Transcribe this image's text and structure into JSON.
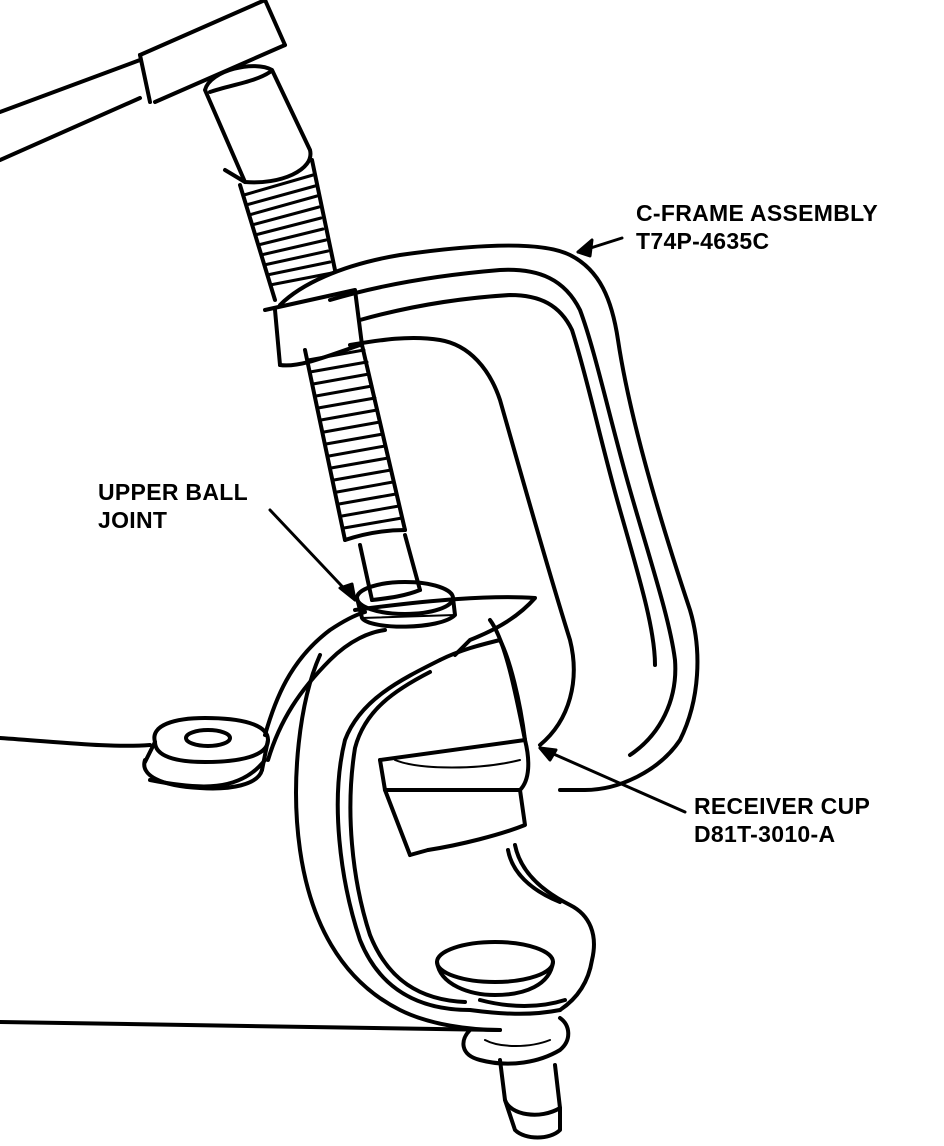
{
  "labels": {
    "c_frame": {
      "line1": "C-FRAME ASSEMBLY",
      "line2": "T74P-4635C"
    },
    "upper_ball_joint": {
      "line1": "UPPER BALL",
      "line2": "JOINT"
    },
    "receiver_cup": {
      "line1": "RECEIVER CUP",
      "line2": "D81T-3010-A"
    }
  },
  "colors": {
    "ink": "#000000",
    "paper": "#ffffff"
  }
}
